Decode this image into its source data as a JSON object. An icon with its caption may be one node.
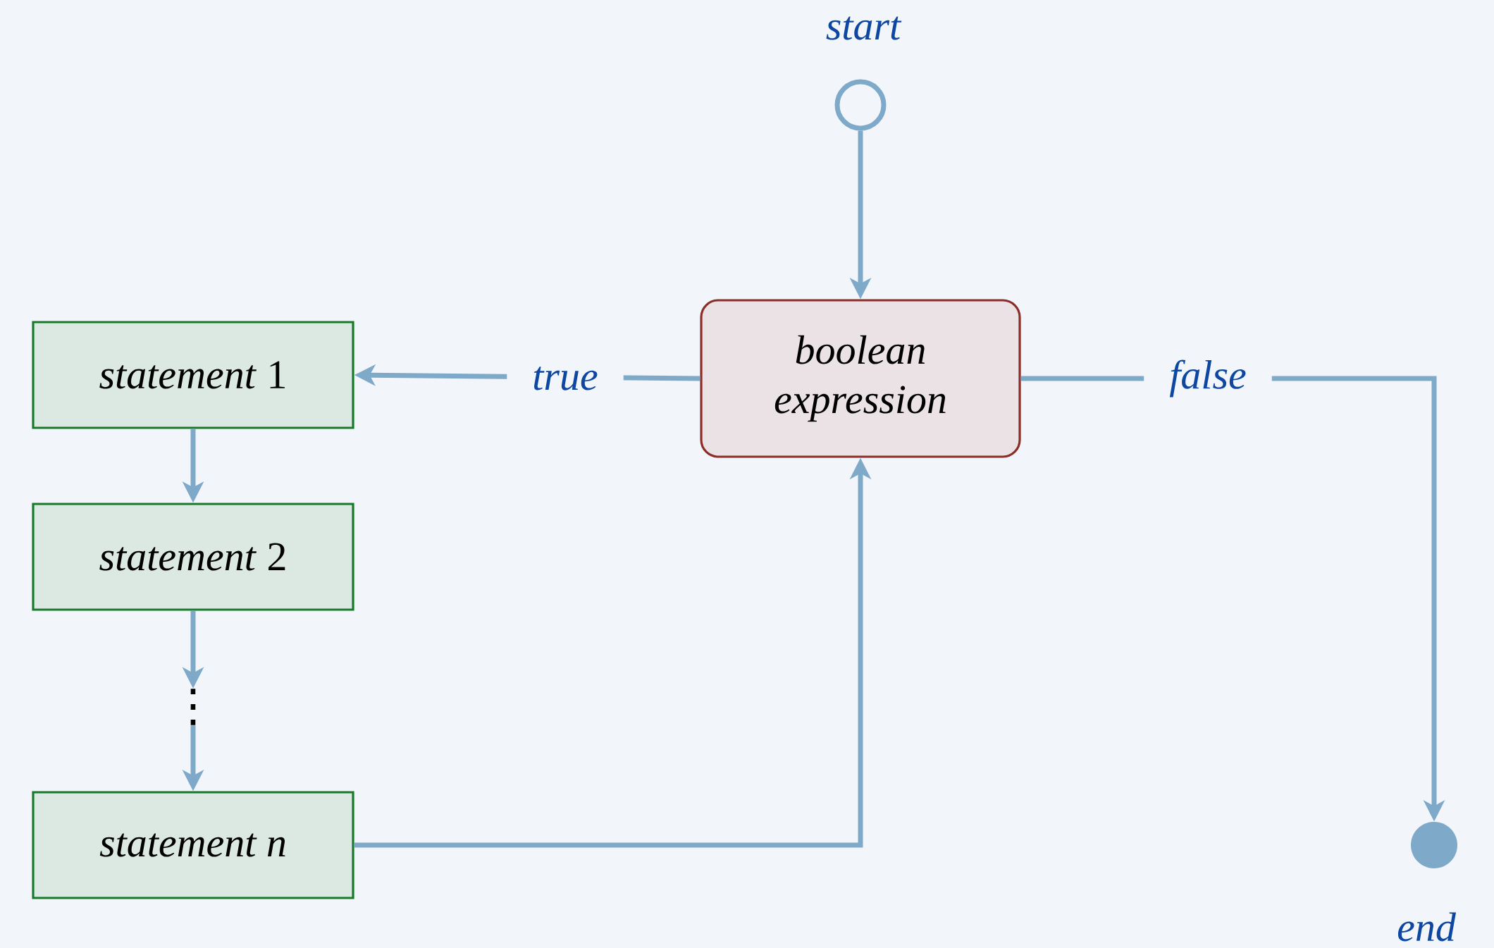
{
  "diagram": {
    "nodes": [
      {
        "text": [],
        "shape": "circle",
        "beside": [
          "start"
        ]
      },
      {
        "text": [
          "boolean expression"
        ]
      },
      {
        "text": [
          "*statement* 1"
        ]
      },
      {
        "text": [
          "*statement* 2"
        ]
      },
      {
        "text": [
          "⋮"
        ]
      },
      {
        "text": [
          "statement n"
        ]
      },
      {
        "text": [],
        "shape": "circle",
        "beside": [
          "end"
        ]
      }
    ],
    "edges": [
      {
        "from": 0,
        "to": 1,
        "arrow": "to"
      },
      {
        "from": 1,
        "to": 2,
        "arrow": "to",
        "label": "true"
      },
      {
        "from": 2,
        "to": 3,
        "arrow": "to"
      },
      {
        "from": 3,
        "to": 4,
        "arrow": "to"
      },
      {
        "from": 4,
        "to": 5,
        "arrow": "to"
      },
      {
        "from": 5,
        "to": 1,
        "arrow": "to"
      },
      {
        "from": 1,
        "to": 6,
        "arrow": "to",
        "label": "false"
      }
    ]
  }
}
